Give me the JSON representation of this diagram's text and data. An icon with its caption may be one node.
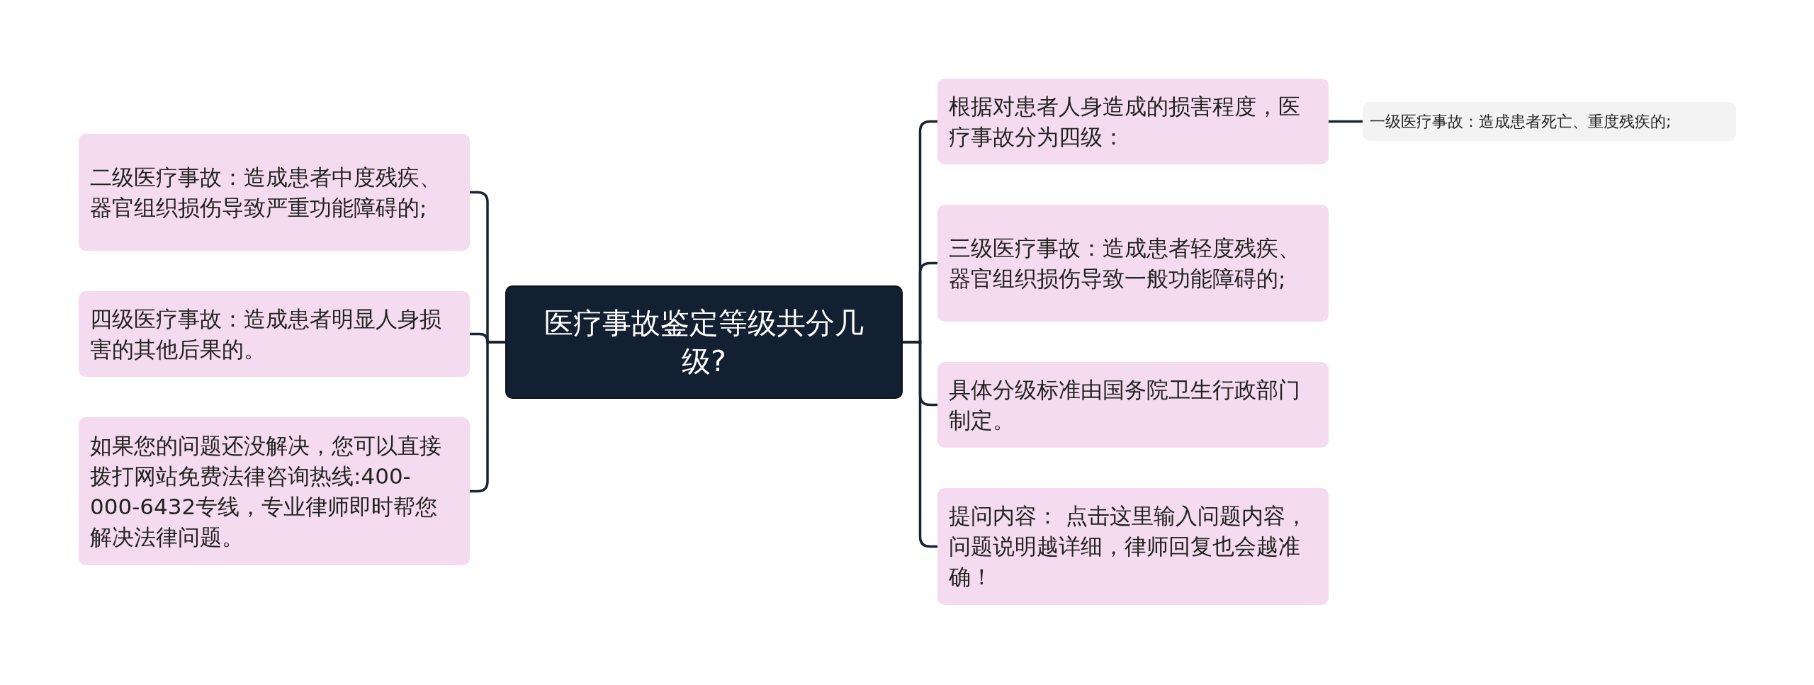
{
  "diagram": {
    "nodes": [
      {
        "text": [
          "医疗事故鉴定等级共分几级?"
        ]
      },
      {
        "text": [
          "根据对患者人身造成的损害程度，医疗事故分为四级："
        ]
      },
      {
        "text": [
          "三级医疗事故：造成患者轻度残疾、器官组织损伤导致一般功能障碍的;"
        ]
      },
      {
        "text": [
          "具体分级标准由国务院卫生行政部门制定。"
        ]
      },
      {
        "text": [
          "提问内容： 点击这里输入问题内容，问题说明越详细，律师回复也会越准确！"
        ]
      },
      {
        "text": [
          "一级医疗事故：造成患者死亡、重度残疾的;"
        ]
      },
      {
        "text": [
          "二级医疗事故：造成患者中度残疾、器官组织损伤导致严重功能障碍的;"
        ]
      },
      {
        "text": [
          "四级医疗事故：造成患者明显人身损害的其他后果的。"
        ]
      },
      {
        "text": [
          "如果您的问题还没解决，您可以直接拨打网站免费法律咨询热线:400-000-6432专线，专业律师即时帮您解决法律问题。"
        ]
      }
    ],
    "edges": [
      {
        "from": 0,
        "to": 1,
        "arrow": "none"
      },
      {
        "from": 0,
        "to": 2,
        "arrow": "none"
      },
      {
        "from": 0,
        "to": 3,
        "arrow": "none"
      },
      {
        "from": 0,
        "to": 4,
        "arrow": "none"
      },
      {
        "from": 1,
        "to": 5,
        "arrow": "none"
      },
      {
        "from": 0,
        "to": 6,
        "arrow": "none"
      },
      {
        "from": 0,
        "to": 7,
        "arrow": "none"
      },
      {
        "from": 0,
        "to": 8,
        "arrow": "none"
      }
    ]
  }
}
